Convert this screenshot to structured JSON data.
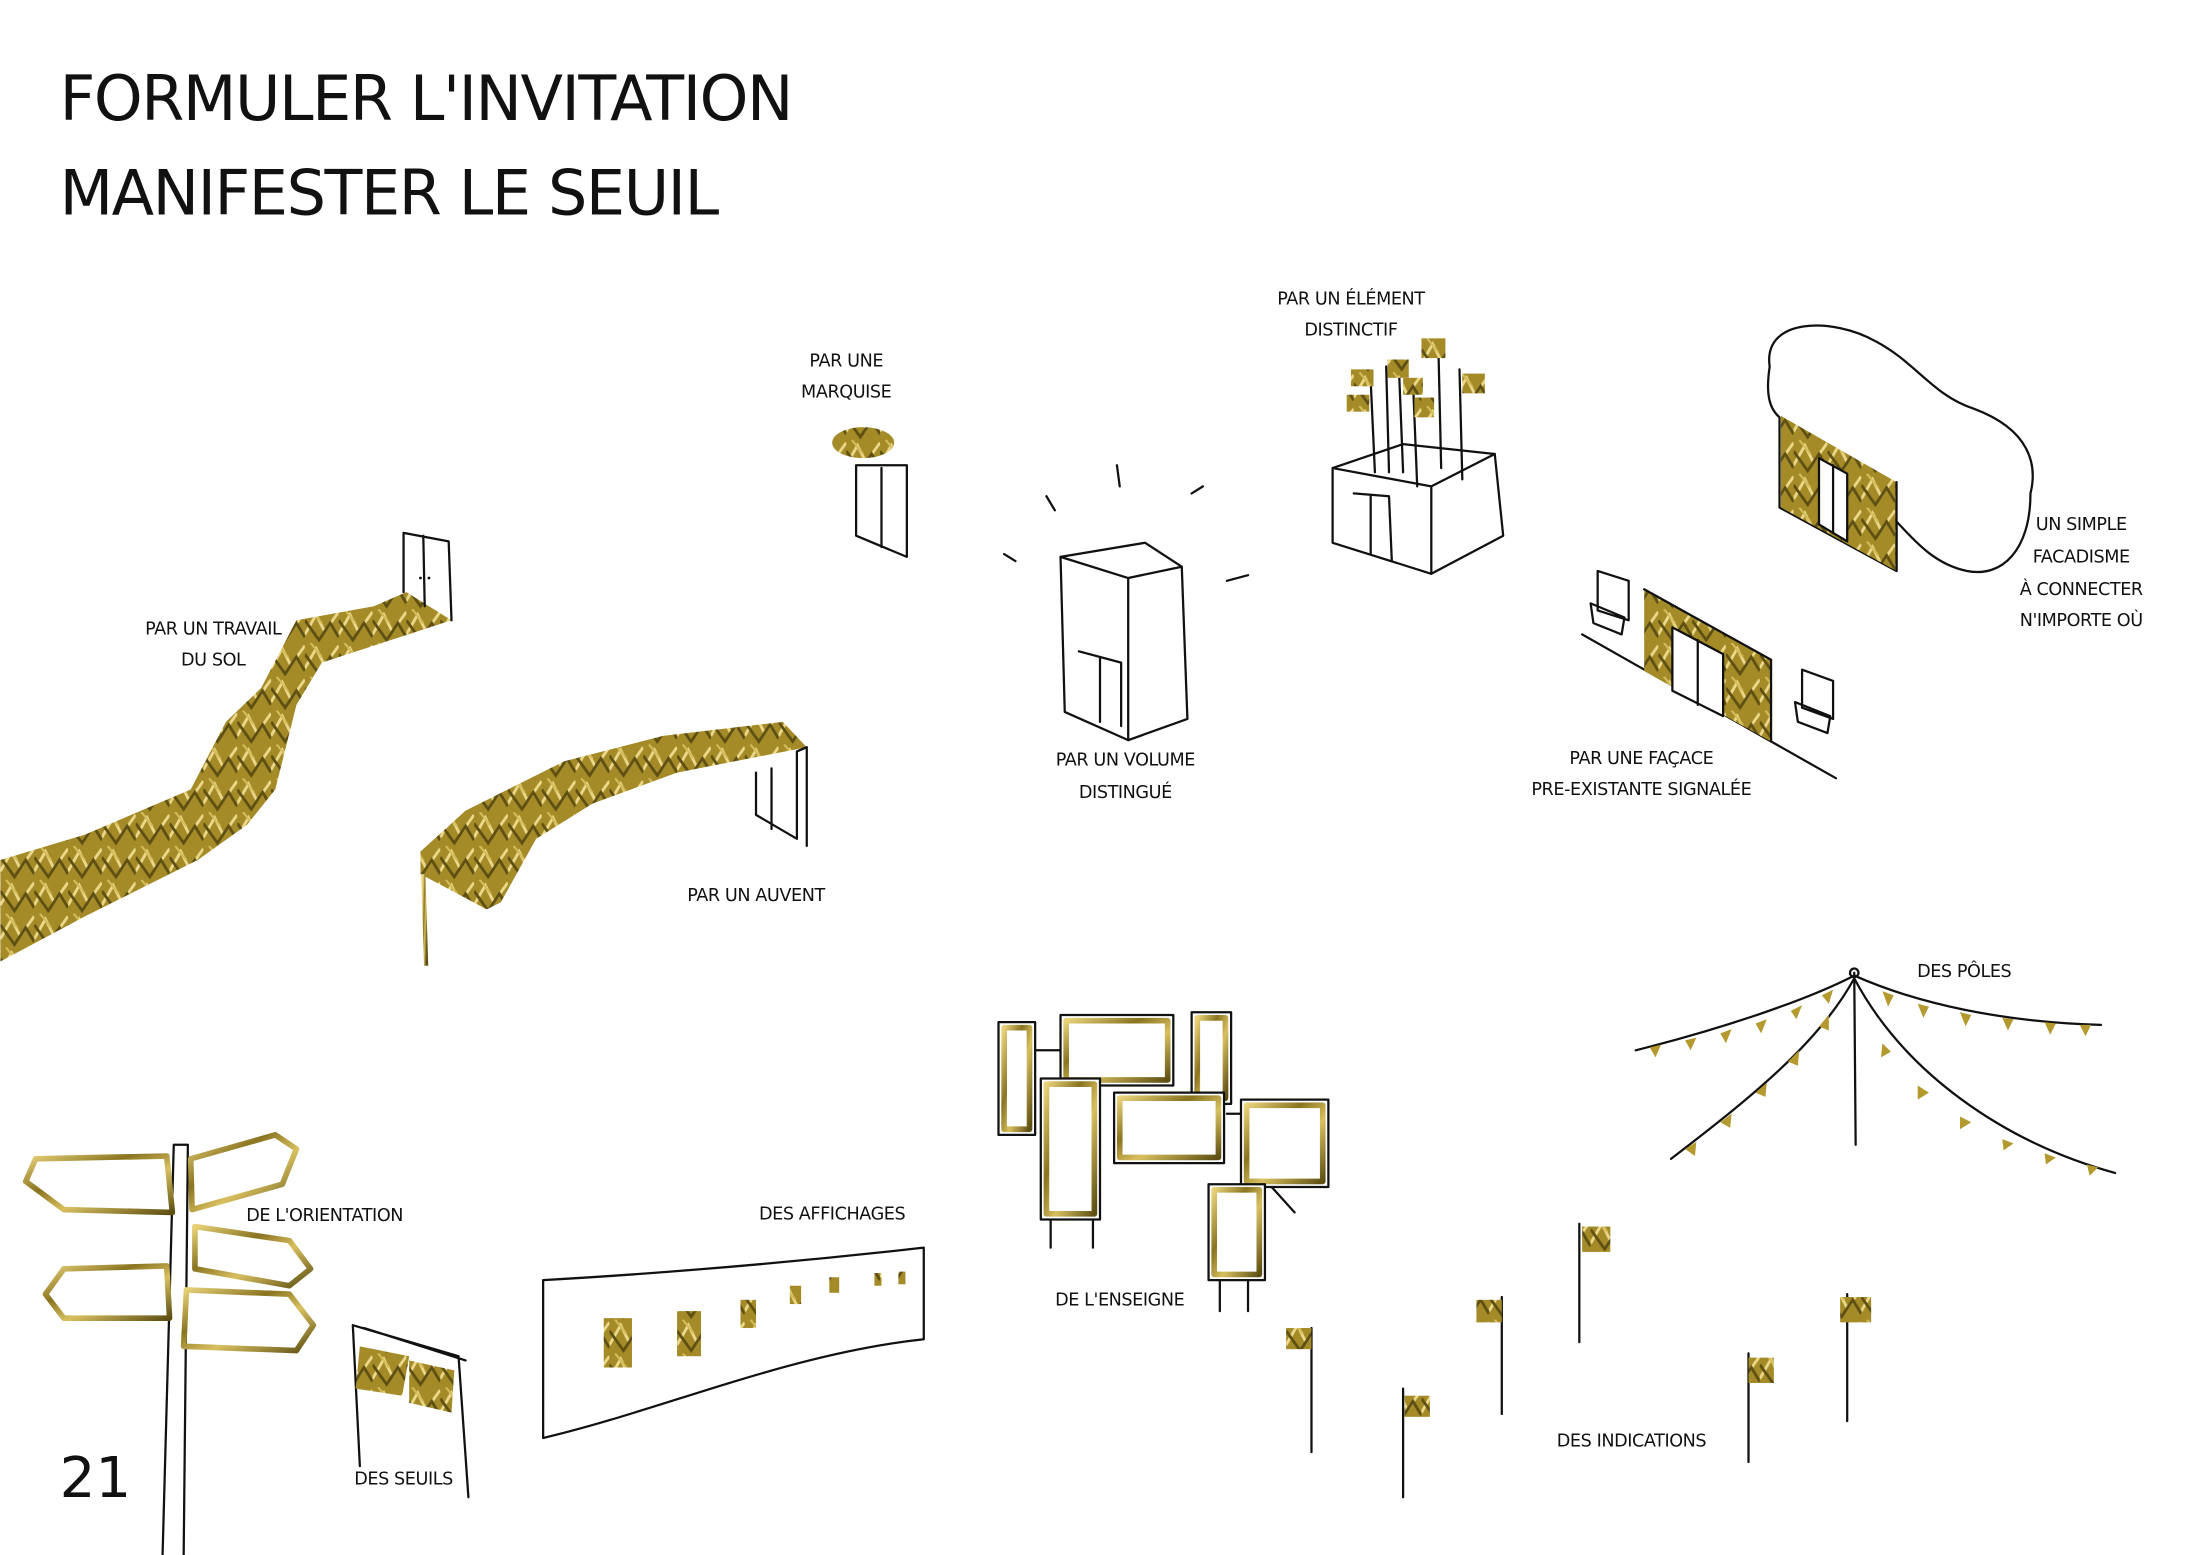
{
  "title": {
    "line1": "FORMULER L'INVITATION",
    "line2": "MANIFESTER LE SEUIL"
  },
  "page_number": "21",
  "colors": {
    "gold_light": "#e8d27a",
    "gold_mid": "#b49a2e",
    "gold_dark": "#5e4f12",
    "ink": "#111111"
  },
  "labels": {
    "travail_sol": [
      "PAR UN TRAVAIL",
      "DU SOL"
    ],
    "marquise": [
      "PAR UNE",
      "MARQUISE"
    ],
    "element": [
      "PAR UN ÉLÉMENT",
      "DISTINCTIF"
    ],
    "facadisme": [
      "UN SIMPLE",
      "FACADISME",
      "À CONNECTER",
      "N'IMPORTE OÙ"
    ],
    "volume": [
      "PAR UN VOLUME",
      "DISTINGUÉ"
    ],
    "facade": [
      "PAR UNE FAÇACE",
      "PRE-EXISTANTE SIGNALÉE"
    ],
    "auvent": "PAR UN AUVENT",
    "poles": "DES PÔLES",
    "orientation": "DE L'ORIENTATION",
    "affichages": "DES AFFICHAGES",
    "enseigne": "DE L'ENSEIGNE",
    "seuils": "DES SEUILS",
    "indications": "DES INDICATIONS"
  }
}
